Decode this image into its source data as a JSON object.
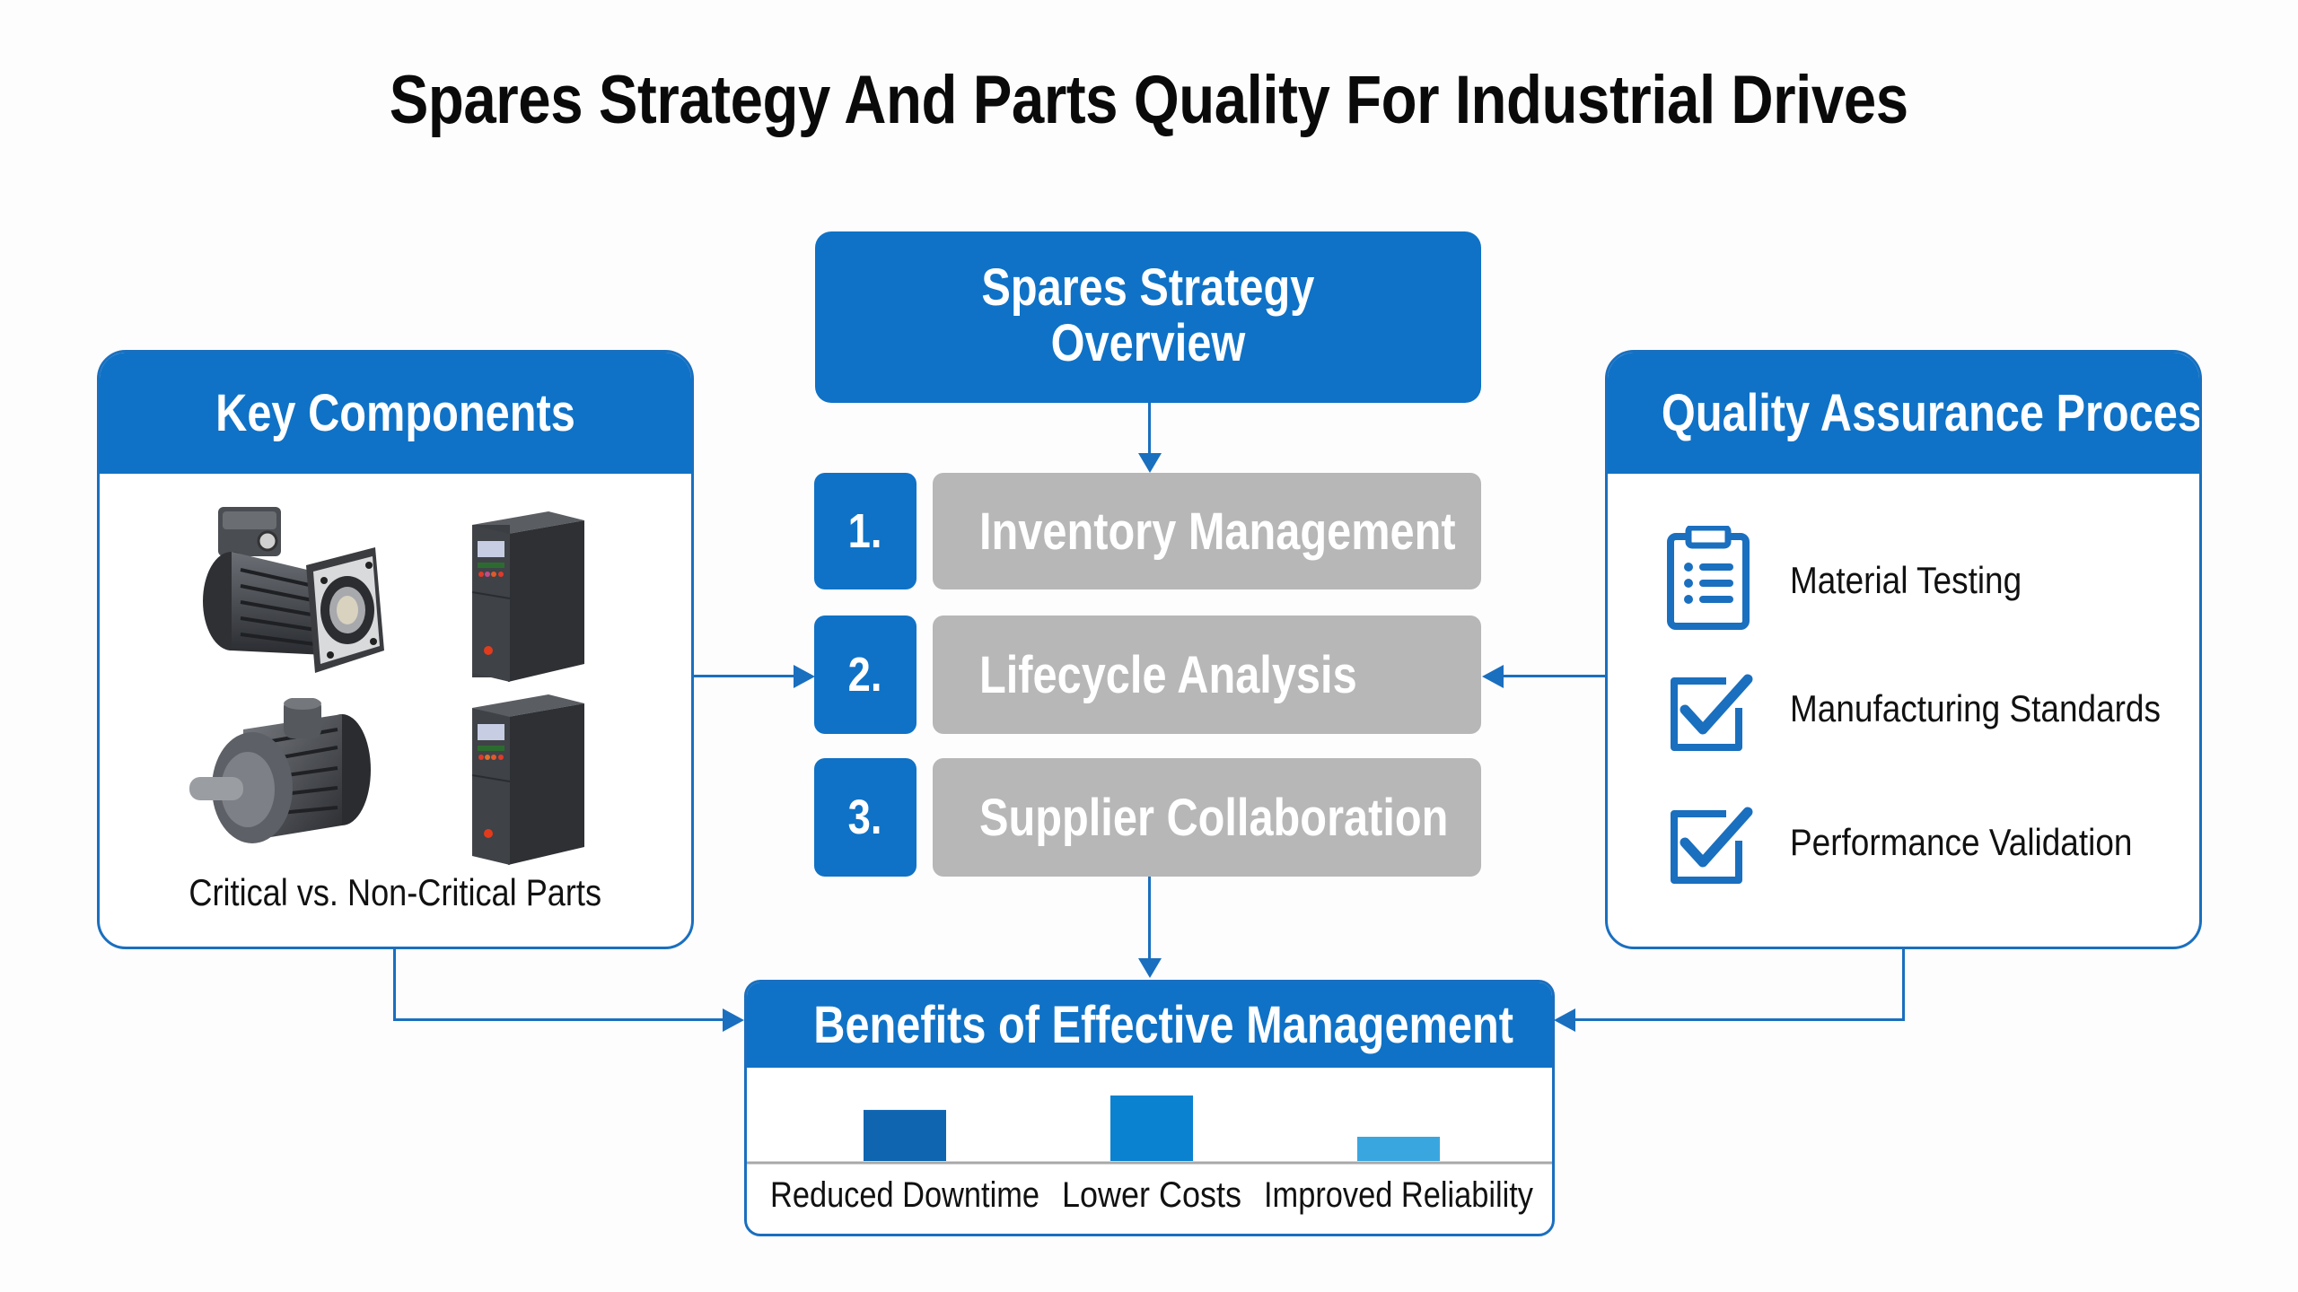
{
  "title": "Spares Strategy And Parts Quality For Industrial Drives",
  "key_components": {
    "header": "Key Components",
    "images": [
      {
        "icon": "servo-motor-icon"
      },
      {
        "icon": "drive-unit-icon"
      },
      {
        "icon": "induction-motor-icon"
      },
      {
        "icon": "drive-unit-icon"
      }
    ],
    "caption": "Critical vs. Non-Critical Parts"
  },
  "overview": {
    "header_line1": "Spares Strategy",
    "header_line2": "Overview",
    "steps": [
      {
        "number": "1.",
        "label": "Inventory Management"
      },
      {
        "number": "2.",
        "label": "Lifecycle Analysis"
      },
      {
        "number": "3.",
        "label": "Supplier Collaboration"
      }
    ]
  },
  "quality": {
    "header": "Quality Assurance Process",
    "items": [
      {
        "icon": "clipboard-list-icon",
        "label": "Material Testing"
      },
      {
        "icon": "checkbox-checked-icon",
        "label": "Manufacturing Standards"
      },
      {
        "icon": "checkbox-checked-icon",
        "label": "Performance Validation"
      }
    ]
  },
  "benefits": {
    "header": "Benefits of Effective Management"
  },
  "colors": {
    "primary_blue": "#0f72c6",
    "step_gray": "#b7b7b7",
    "bar_dark": "#0f65b0",
    "bar_mid": "#0a82d0",
    "bar_light": "#3aa6e0"
  },
  "chart_data": {
    "type": "bar",
    "title": "Benefits of Effective Management",
    "categories": [
      "Reduced Downtime",
      "Lower Costs",
      "Improved Reliability"
    ],
    "values": [
      78,
      100,
      37
    ],
    "xlabel": "",
    "ylabel": "",
    "ylim": [
      0,
      100
    ],
    "grid": false,
    "note": "relative bar heights, no axis shown"
  }
}
